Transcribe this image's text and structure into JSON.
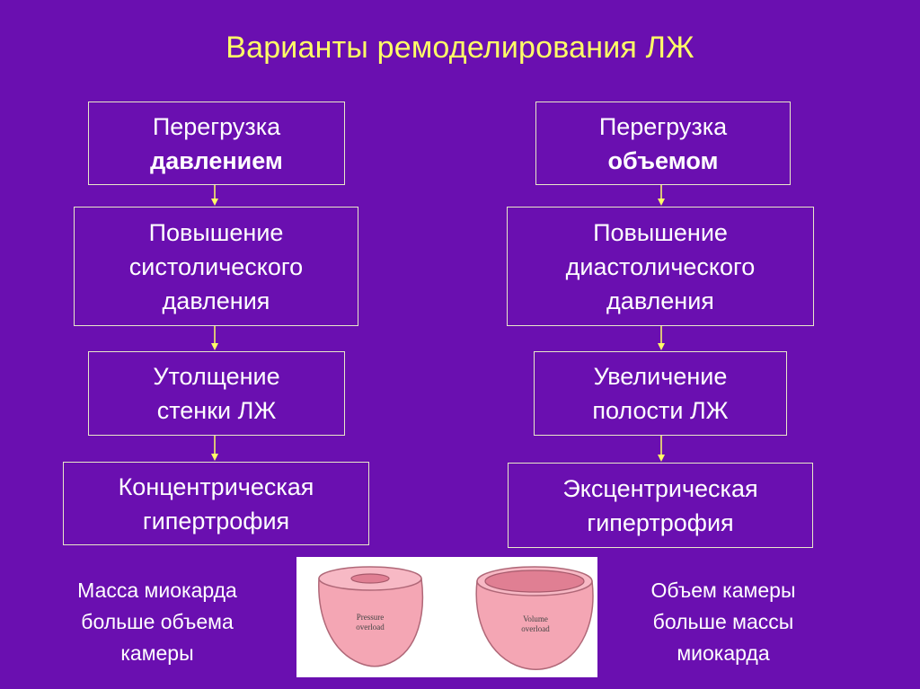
{
  "title": "Варианты ремоделирования ЛЖ",
  "left": {
    "box1": {
      "line1": "Перегрузка",
      "line2": "давлением"
    },
    "box2": {
      "line1": "Повышение",
      "line2": "систолического",
      "line3": "давления"
    },
    "box3": {
      "line1": "Утолщение",
      "line2": "стенки ЛЖ"
    },
    "box4": {
      "line1": "Концентрическая",
      "line2": "гипертрофия"
    },
    "caption": {
      "line1": "Масса миокарда",
      "line2": "больше объема",
      "line3": "камеры"
    }
  },
  "right": {
    "box1": {
      "line1": "Перегрузка",
      "line2": "объемом"
    },
    "box2": {
      "line1": "Повышение",
      "line2": "диастолического",
      "line3": "давления"
    },
    "box3": {
      "line1": "Увеличение",
      "line2": "полости ЛЖ"
    },
    "box4": {
      "line1": "Эксцентрическая",
      "line2": "гипертрофия"
    },
    "caption": {
      "line1": "Объем камеры",
      "line2": "больше массы",
      "line3": "миокарда"
    }
  },
  "illustration": {
    "pressure_label": {
      "line1": "Pressure",
      "line2": "overload"
    },
    "volume_label": {
      "line1": "Volume",
      "line2": "overload"
    }
  },
  "colors": {
    "background": "#6a0fb0",
    "title": "#ffff66",
    "arrow": "#ffff66",
    "box_border": "#e8e8c8",
    "heart_fill": "#f4a6b4",
    "heart_outline": "#b06878"
  }
}
